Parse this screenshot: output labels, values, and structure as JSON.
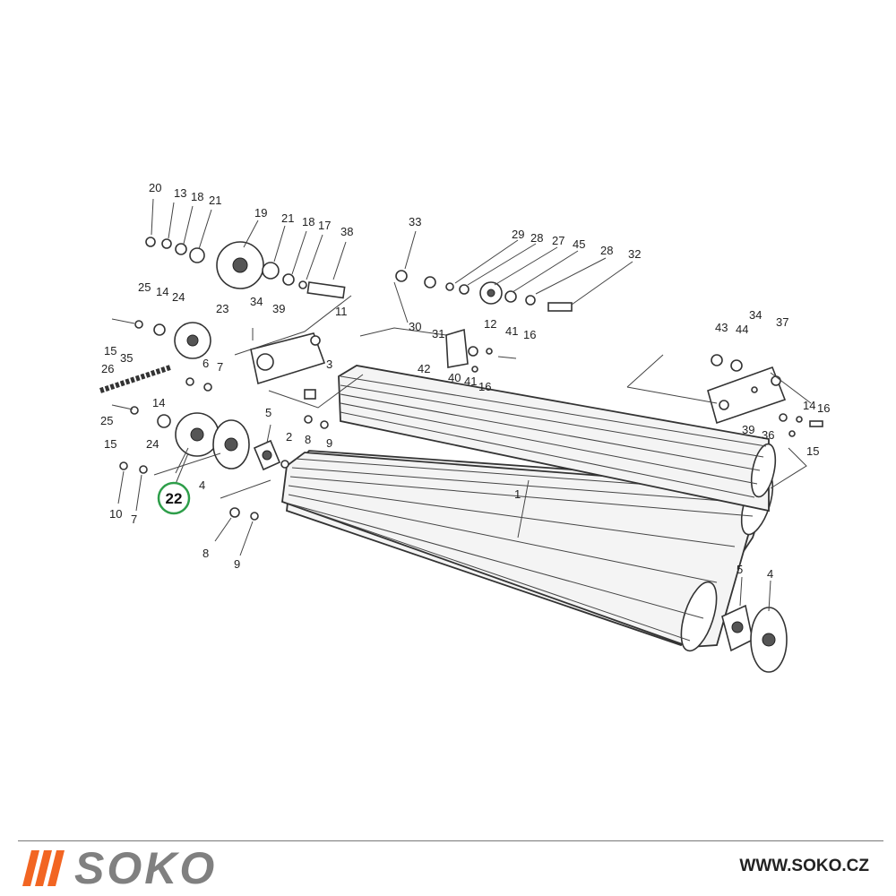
{
  "labels": {
    "l20": "20",
    "l13": "13",
    "l18a": "18",
    "l21a": "21",
    "l19": "19",
    "l21b": "21",
    "l18b": "18",
    "l17": "17",
    "l38": "38",
    "l33": "33",
    "l29": "29",
    "l28a": "28",
    "l27": "27",
    "l45": "45",
    "l28b": "28",
    "l32": "32",
    "l25a": "25",
    "l14a": "14",
    "l24a": "24",
    "l34a": "34",
    "l39a": "39",
    "l11": "11",
    "l23": "23",
    "l15a": "15",
    "l35": "35",
    "l26": "26",
    "l6": "6",
    "l7a": "7",
    "l3": "3",
    "l30": "30",
    "l31": "31",
    "l12": "12",
    "l41a": "41",
    "l16a": "16",
    "l42": "42",
    "l40": "40",
    "l41b": "41",
    "l16b": "16",
    "l43": "43",
    "l44": "44",
    "l34b": "34",
    "l37": "37",
    "l14b": "14",
    "l25b": "25",
    "l15b": "15",
    "l24b": "24",
    "l5a": "5",
    "l2": "2",
    "l8a": "8",
    "l9a": "9",
    "l10": "10",
    "l7b": "7",
    "l4a": "4",
    "l8b": "8",
    "l9b": "9",
    "l39b": "39",
    "l36": "36",
    "l14c": "14",
    "l16c": "16",
    "l15c": "15",
    "l1": "1",
    "l5b": "5",
    "l4b": "4",
    "highlight": "22"
  },
  "footer": {
    "brand": "SOKO",
    "website": "WWW.SOKO.CZ",
    "brand_color": "#808080",
    "bar_color": "#f26522",
    "highlight_color": "#2e9e4a"
  }
}
